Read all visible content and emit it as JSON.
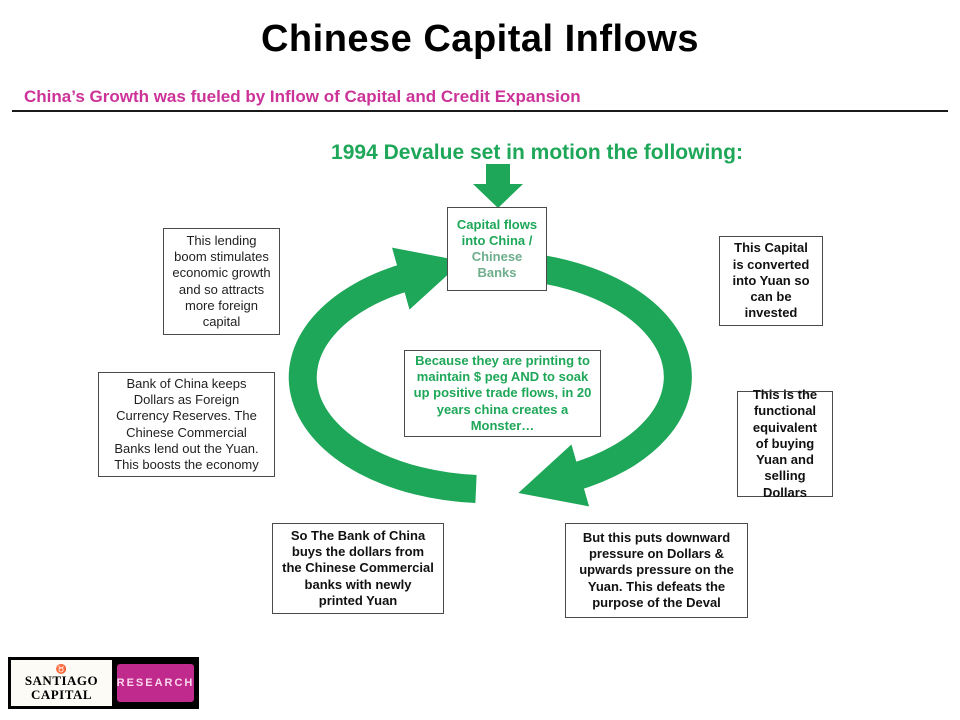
{
  "slide": {
    "title": "Chinese Capital Inflows",
    "subtitle": "China’s Growth was fueled by Inflow of Capital and Credit Expansion",
    "diagram_heading": "1994 Devalue set in motion the following:"
  },
  "diagram": {
    "capital_flows_box": {
      "main": "Capital flows into China /",
      "sub": "Chinese Banks"
    },
    "lending_boom_box": "This lending boom stimulates economic growth and so attracts more foreign capital",
    "capital_converted_box": "This Capital is converted into Yuan so can be invested",
    "bank_of_china_box": "Bank of China keeps Dollars as Foreign Currency Reserves.  The Chinese Commercial Banks lend out the Yuan.  This boosts the economy",
    "printing_monster_box": "Because they are printing to maintain $ peg AND to soak up positive trade flows, in 20 years china creates a Monster…",
    "functional_equivalent_box": "This is the functional equivalent of buying Yuan and selling Dollars",
    "buys_dollars_box": "So The Bank of China buys the dollars from the Chinese Commercial banks with newly printed Yuan",
    "deval_defeat_box": "But this puts downward pressure on Dollars & upwards pressure on the Yuan.  This defeats the purpose of the Deval"
  },
  "footer_logo": {
    "name_line1": "SANTIAGO",
    "name_line2": "CAPITAL",
    "badge": "RESEARCH"
  },
  "colors": {
    "green": "#1ea758",
    "magenta": "#cc3399"
  }
}
